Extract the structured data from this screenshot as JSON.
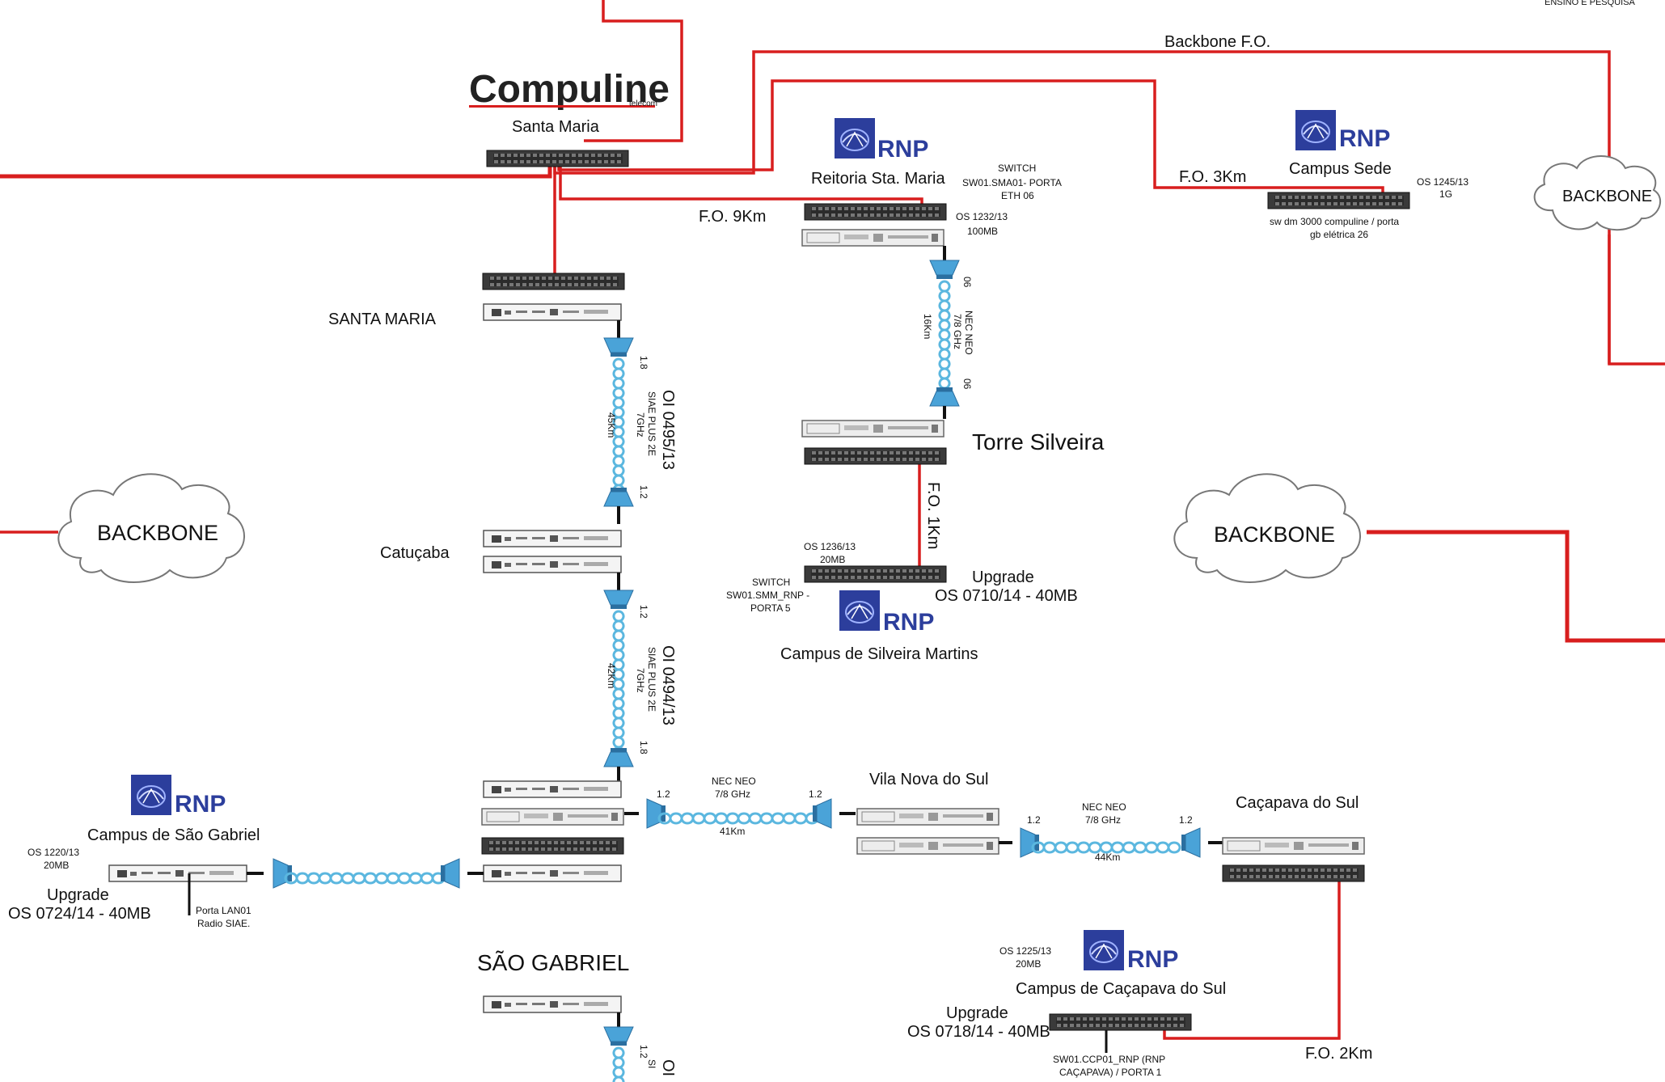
{
  "colors": {
    "fiber": "#d81e1e",
    "link": "#111111",
    "wireless": "#5bb7df",
    "rnp": "#2c3e9c"
  },
  "header": {
    "corner_text": "ENSINO E PESQUISA"
  },
  "logos": {
    "compuline": "Compuline",
    "compuline_sub": "telecom",
    "rnp": "RNP"
  },
  "labels": {
    "santa_maria_pop": "Santa Maria",
    "backbone_fo": "Backbone F.O.",
    "reitoria": "Reitoria Sta. Maria",
    "switch_reitoria": [
      "SWITCH",
      "SW01.SMA01- PORTA",
      "ETH 06"
    ],
    "os_reitoria": [
      "OS 1232/13",
      "100MB"
    ],
    "fo_9km": "F.O. 9Km",
    "fo_3km": "F.O. 3Km",
    "campus_sede": "Campus Sede",
    "os_sede": [
      "OS 1245/13",
      "1G"
    ],
    "sw_sede": [
      "sw dm 3000 compuline / porta",
      "gb elétrica 26"
    ],
    "backbone_small": "BACKBONE",
    "backbone_left": "BACKBONE",
    "backbone_right": "BACKBONE",
    "santa_maria_caps": "SANTA MARIA",
    "catucaba": "Catuçaba",
    "link1_oi": "OI 0495/13",
    "link1_model": [
      "SIAE PLUS 2E",
      "7GHz"
    ],
    "link1_dist": "45Km",
    "link1_a1": "1.8",
    "link1_a2": "1.2",
    "link2_oi": "OI 0494/13",
    "link2_model": [
      "SIAE PLUS 2E",
      "7GHz"
    ],
    "link2_dist": "42Km",
    "link2_a1": "1.2",
    "link2_a2": "1.8",
    "nec_vertical": [
      "NEC NEO",
      "7/8 GHz"
    ],
    "nec_vertical_dist": "16Km",
    "nec_vertical_a1": "06",
    "nec_vertical_a2": "06",
    "torre_silveira": "Torre Silveira",
    "fo_1km": "F.O. 1Km",
    "os_silveira": [
      "OS 1236/13",
      "20MB"
    ],
    "switch_silveira": [
      "SWITCH",
      "SW01.SMM_RNP -",
      "PORTA 5"
    ],
    "upgrade_silveira": [
      "Upgrade",
      "OS 0710/14 - 40MB"
    ],
    "campus_silveira": "Campus de Silveira Martins",
    "campus_sao_gabriel": "Campus de São Gabriel",
    "os_sao_gabriel": [
      "OS 1220/13",
      "20MB"
    ],
    "upgrade_sao_gabriel": [
      "Upgrade",
      "OS 0724/14 - 40MB"
    ],
    "porta_lan": [
      "Porta LAN01",
      "Radio SIAE."
    ],
    "nec_vila": [
      "NEC NEO",
      "7/8 GHz"
    ],
    "nec_vila_dist": "41Km",
    "nec_vila_a1": "1.2",
    "nec_vila_a2": "1.2",
    "vila_nova": "Vila Nova do Sul",
    "nec_cacapava": [
      "NEC NEO",
      "7/8 GHz"
    ],
    "nec_cacapava_dist": "44Km",
    "nec_cacapava_a1": "1.2",
    "nec_cacapava_a2": "1.2",
    "cacapava": "Caçapava do Sul",
    "sao_gabriel_caps": "SÃO GABRIEL",
    "os_cacapava": [
      "OS 1225/13",
      "20MB"
    ],
    "campus_cacapava": "Campus de Caçapava do Sul",
    "upgrade_cacapava": [
      "Upgrade",
      "OS 0718/14 - 40MB"
    ],
    "sw_cacapava": [
      "SW01.CCP01_RNP (RNP",
      "CAÇAPAVA) / PORTA 1"
    ],
    "fo_2km": "F.O. 2Km",
    "bottom_oi": "OI",
    "bottom_si": "SI",
    "bottom_a": "1.2"
  }
}
